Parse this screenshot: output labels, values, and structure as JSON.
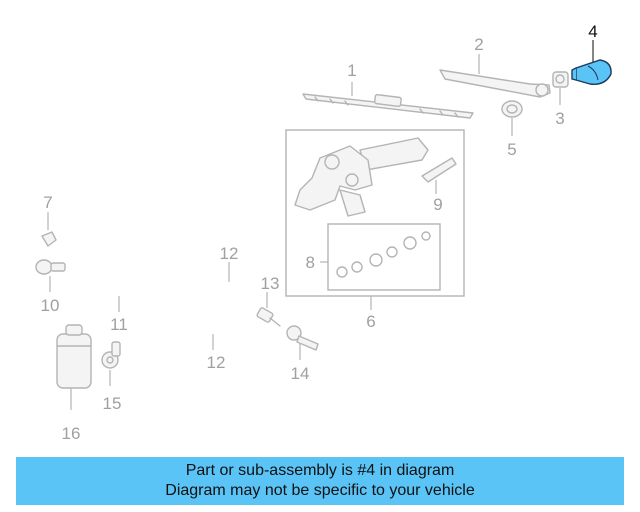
{
  "diagram": {
    "highlight_color": "#5ac4f6",
    "highlighted_part": "4",
    "callouts": {
      "c1": "1",
      "c2": "2",
      "c3": "3",
      "c4": "4",
      "c5": "5",
      "c6": "6",
      "c7": "7",
      "c8": "8",
      "c9": "9",
      "c10": "10",
      "c11": "11",
      "c12a": "12",
      "c12b": "12",
      "c13": "13",
      "c14": "14",
      "c15": "15",
      "c16": "16"
    }
  },
  "banner": {
    "line1": "Part or sub-assembly is #4 in diagram",
    "line2": "Diagram may not be specific to your vehicle",
    "background": "#5ac4f6"
  }
}
